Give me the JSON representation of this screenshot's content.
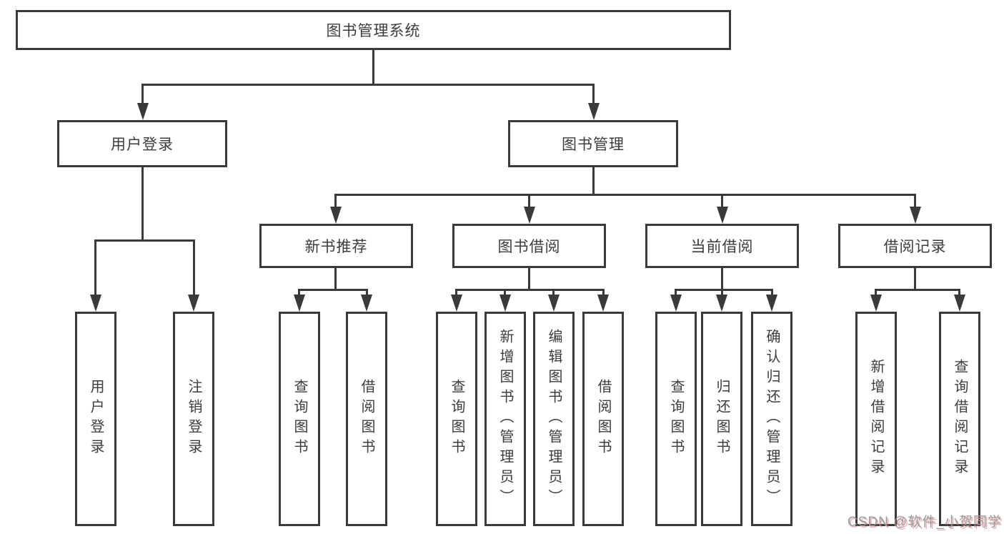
{
  "diagram_title": "图书管理系统",
  "colors": {
    "line": "#3a3a3a",
    "text": "#3c3c3c",
    "background": "#ffffff",
    "watermark": "#9b9b9b"
  },
  "tree": {
    "label": "图书管理系统",
    "children": [
      {
        "label": "用户登录",
        "children": [
          {
            "label": "用户登录"
          },
          {
            "label": "注销登录"
          }
        ]
      },
      {
        "label": "图书管理",
        "children": [
          {
            "label": "新书推荐",
            "children": [
              {
                "label": "查询图书"
              },
              {
                "label": "借阅图书"
              }
            ]
          },
          {
            "label": "图书借阅",
            "children": [
              {
                "label": "查询图书"
              },
              {
                "label": "新增图书（管理员）"
              },
              {
                "label": "编辑图书（管理员）"
              },
              {
                "label": "借阅图书"
              }
            ]
          },
          {
            "label": "当前借阅",
            "children": [
              {
                "label": "查询图书"
              },
              {
                "label": "归还图书"
              },
              {
                "label": "确认归还（管理员）"
              }
            ]
          },
          {
            "label": "借阅记录",
            "children": [
              {
                "label": "新增借阅记录"
              },
              {
                "label": "查询借阅记录"
              }
            ]
          }
        ]
      }
    ]
  },
  "watermark": {
    "text": "CSDN @软件_小贺同学"
  }
}
